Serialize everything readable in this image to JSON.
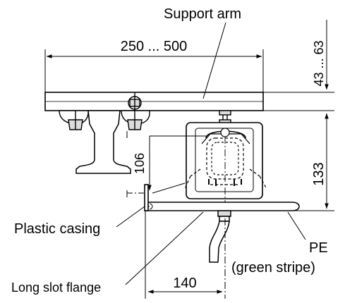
{
  "labels": {
    "support_arm": "Support arm",
    "width_range": "250 ... 500",
    "height_range": "43 ... 63",
    "height_106": "106",
    "height_133": "133",
    "plastic_casing": "Plastic casing",
    "pe": "PE",
    "green_stripe": "(green stripe)",
    "long_slot_flange": "Long slot flange",
    "width_140": "140"
  }
}
